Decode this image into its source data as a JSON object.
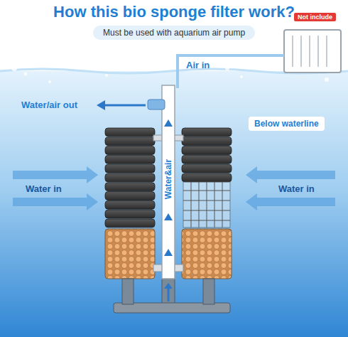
{
  "diagram": {
    "title": "How this bio sponge filter work?",
    "nodes": [
      {
        "text": [
          "Must be used with aquarium air pump"
        ]
      },
      {
        "text": [
          "Not include"
        ]
      },
      {
        "text": [
          "Below waterline"
        ]
      }
    ],
    "labels": [
      "Air in",
      "Water/air out",
      "Water in",
      "Water in",
      "Water&air"
    ]
  }
}
